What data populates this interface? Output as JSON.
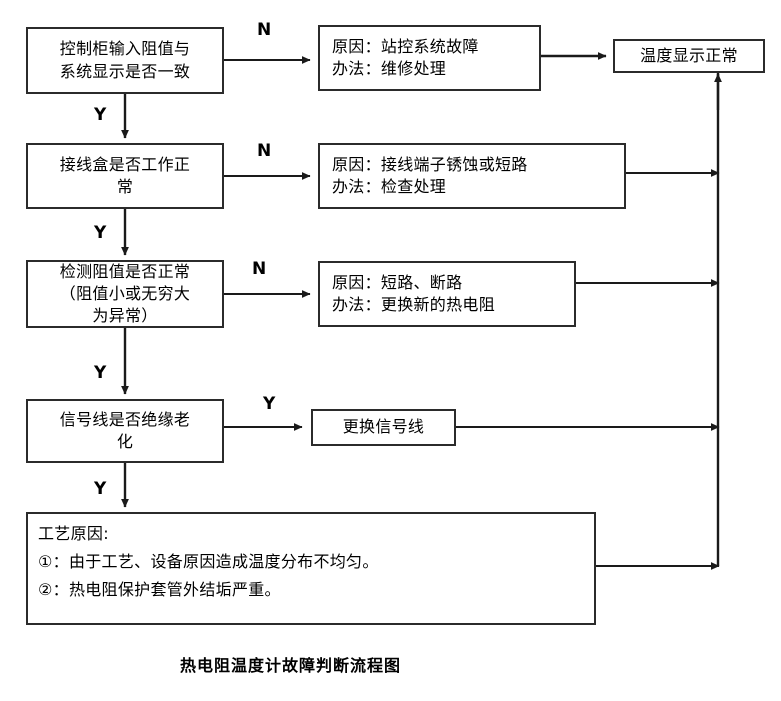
{
  "diagram": {
    "caption": "热电阻温度计故障判断流程图",
    "nodes": {
      "d1": {
        "line1": "控制柜输入阻值与",
        "line2": "系统显示是否一致"
      },
      "d2": {
        "line1": "接线盒是否工作正",
        "line2": "常"
      },
      "d3": {
        "line1": "检测阻值是否正常",
        "line2": "（阻值小或无穷大",
        "line3": "为异常）"
      },
      "d4": {
        "line1": "信号线是否绝缘老",
        "line2": "化"
      },
      "r1": {
        "line1": "原因：站控系统故障",
        "line2": "办法：维修处理"
      },
      "r2": {
        "line1": "原因：接线端子锈蚀或短路",
        "line2": "办法：检查处理"
      },
      "r3": {
        "line1": "原因：短路、断路",
        "line2": "办法：更换新的热电阻"
      },
      "r4": {
        "line1": "更换信号线"
      },
      "result": {
        "line1": "温度显示正常"
      },
      "process": {
        "title": "工艺原因:",
        "item1": "①：由于工艺、设备原因造成温度分布不均匀。",
        "item2": "②：热电阻保护套管外结垢严重。"
      }
    },
    "edge_labels": {
      "n1": "N",
      "n2": "N",
      "n3": "N",
      "y1": "Y",
      "y2": "Y",
      "y3": "Y",
      "y4": "Y",
      "y5": "Y"
    },
    "colors": {
      "stroke": "#2b2b2b",
      "wire": "#1a1a1a",
      "background": "#ffffff",
      "text": "#000000"
    }
  }
}
